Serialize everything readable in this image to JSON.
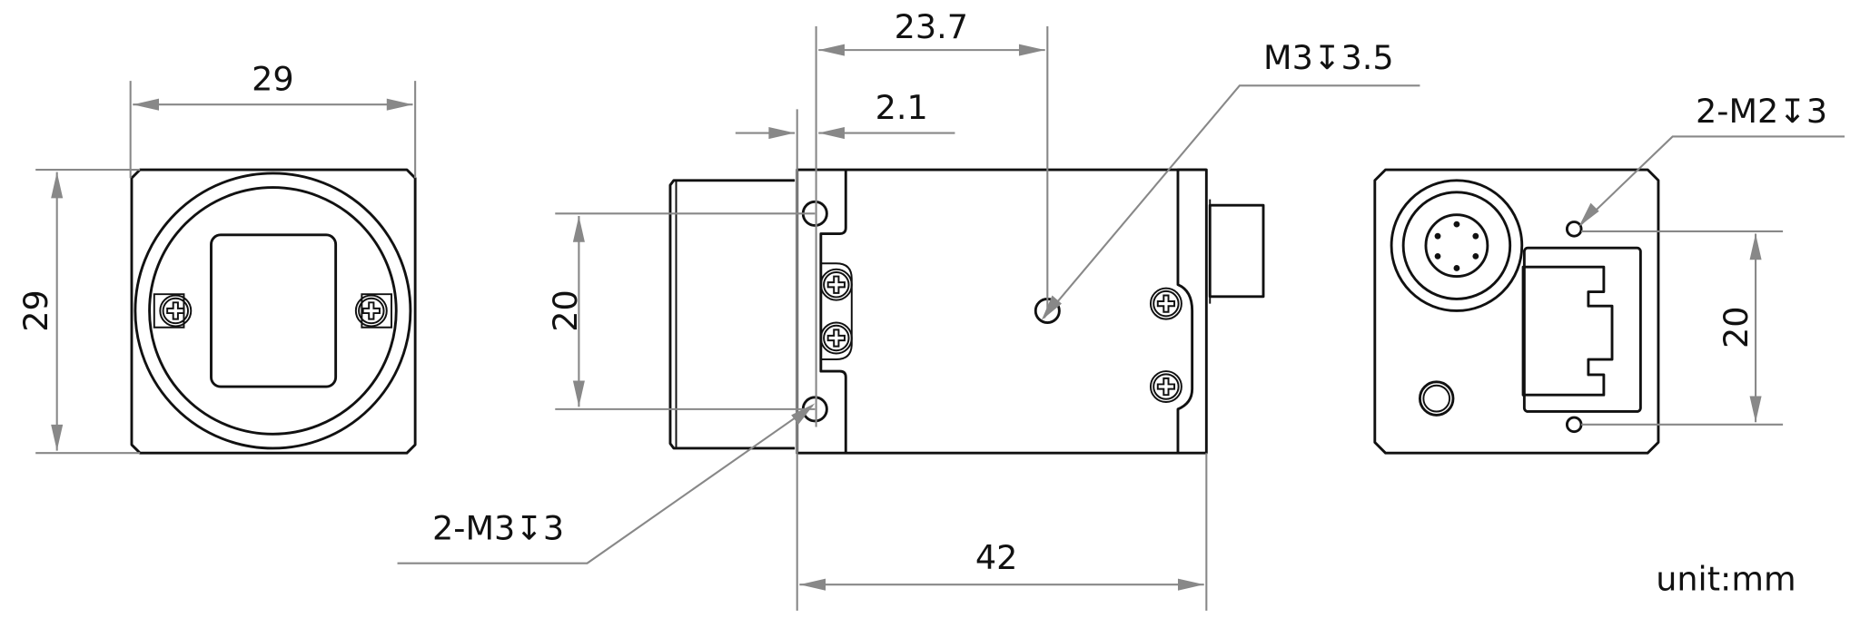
{
  "drawing": {
    "front_view": {
      "width_dim": "29",
      "height_dim": "29"
    },
    "side_view": {
      "dim_top": "23.7",
      "dim_flange": "2.1",
      "dim_holes": "20",
      "dim_length": "42",
      "callout_top": "M3↧3.5",
      "callout_bottom": "2-M3↧3"
    },
    "rear_view": {
      "dim_holes": "20",
      "callout": "2-M2↧3"
    },
    "unit": "unit:mm"
  },
  "colors": {
    "outline": "#111111",
    "dimension": "#888888"
  }
}
